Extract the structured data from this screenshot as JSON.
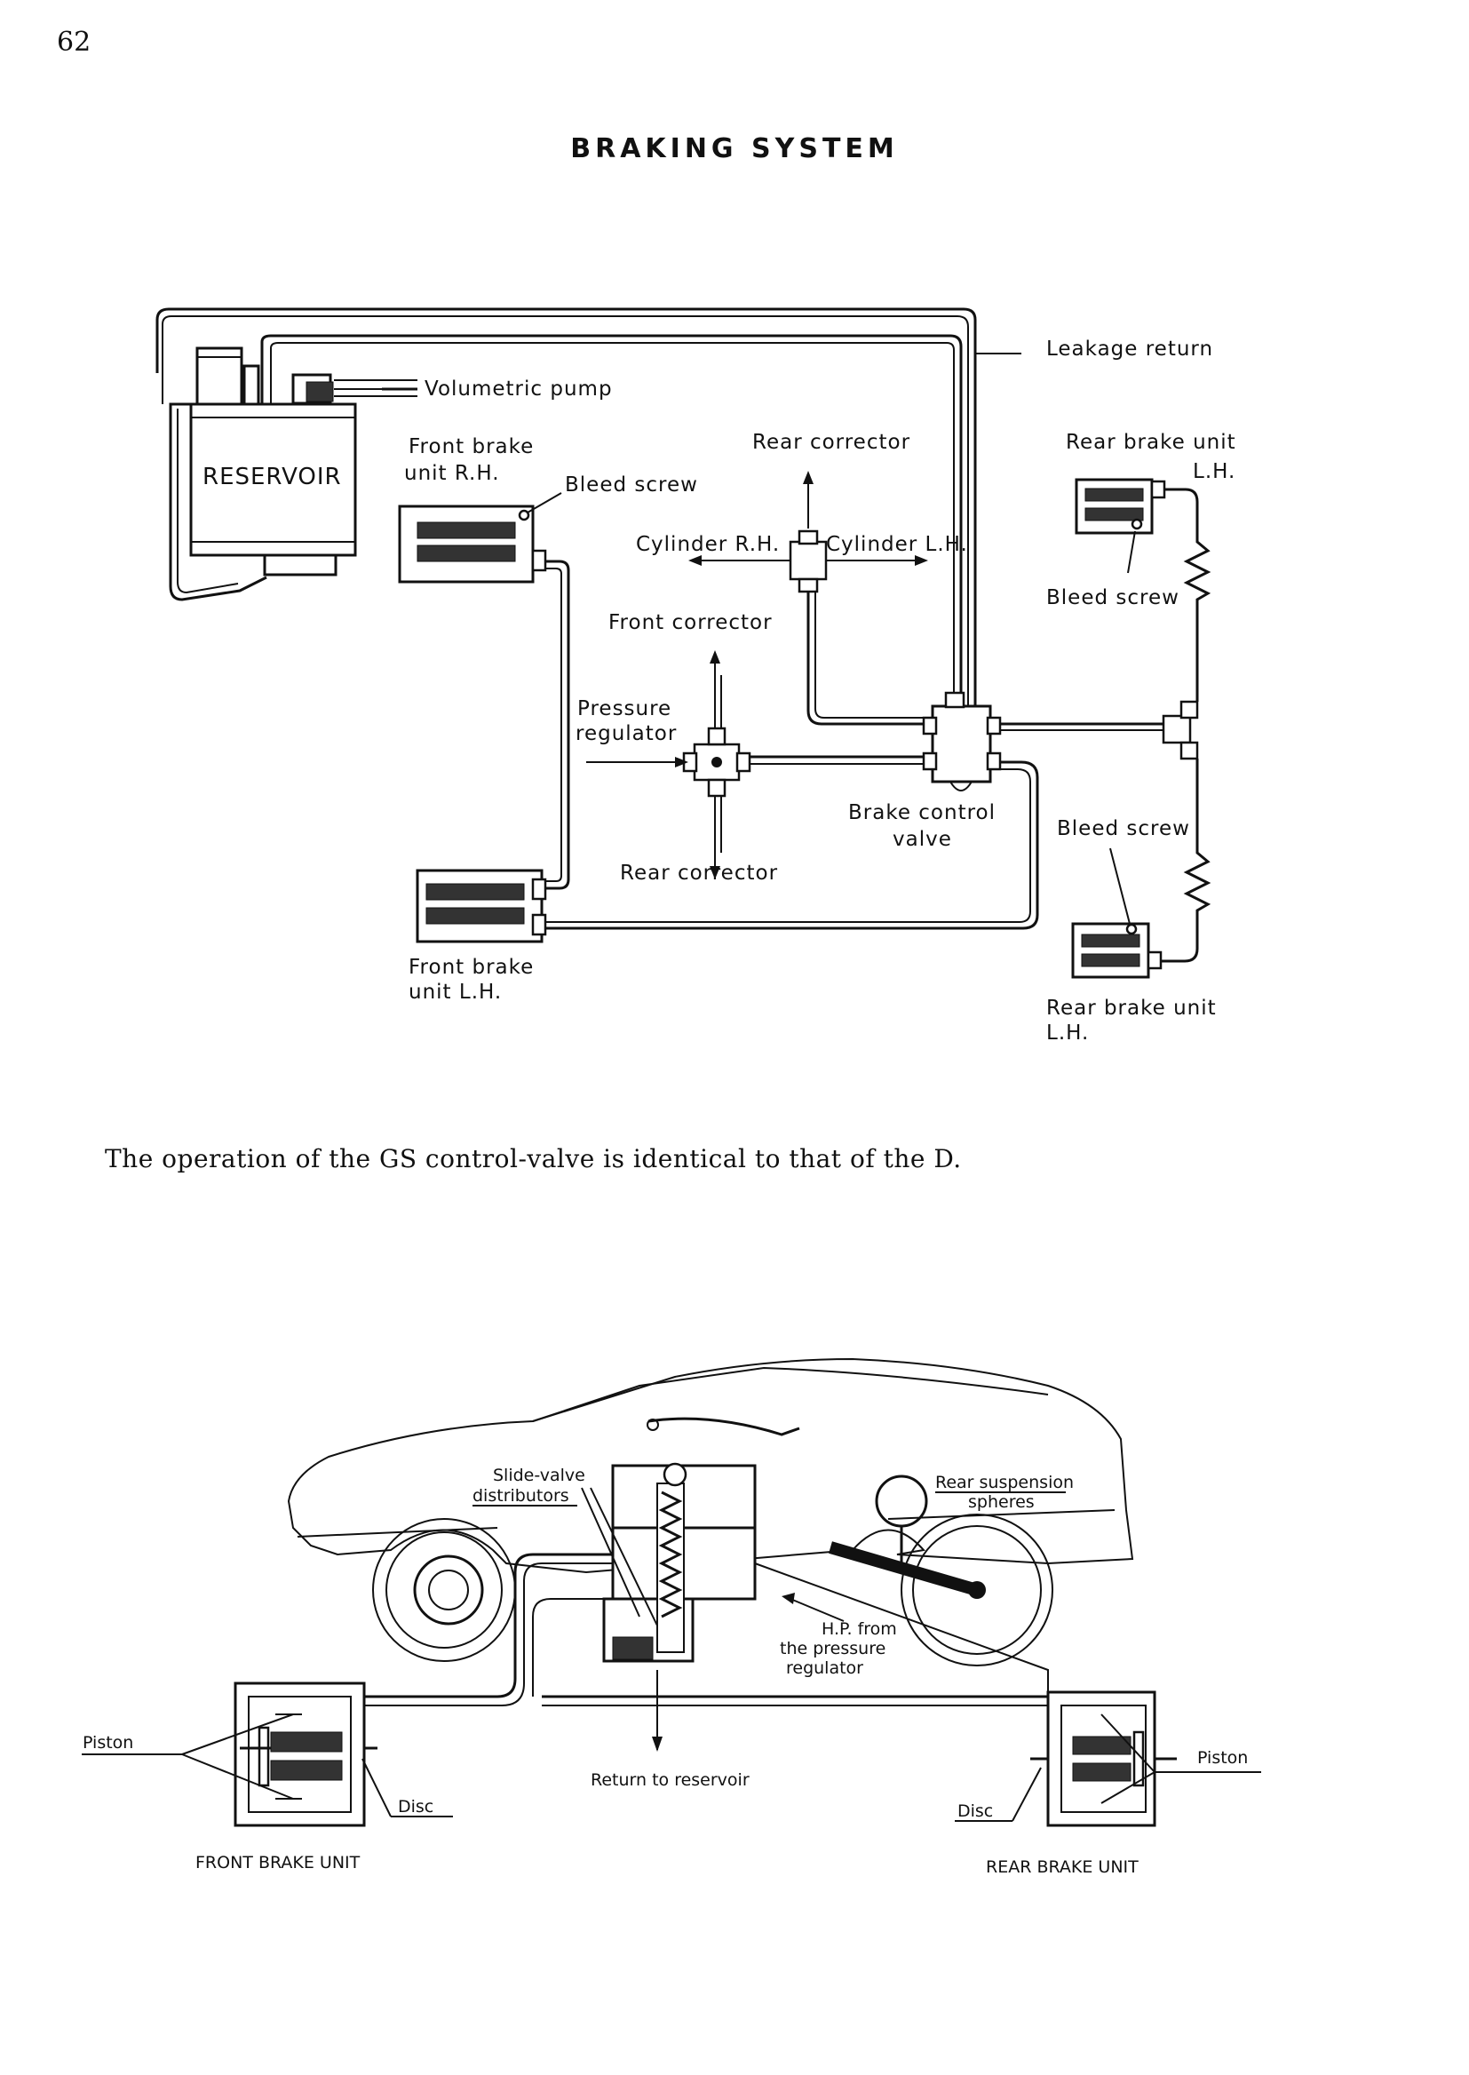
{
  "page": {
    "number": "62",
    "title": "BRAKING SYSTEM"
  },
  "diagram_top": {
    "labels": {
      "leakage_return": "Leakage return",
      "volumetric_pump": "Volumetric pump",
      "reservoir": "RESERVOIR",
      "front_brake_rh_1": "Front brake",
      "front_brake_rh_2": "unit R.H.",
      "bleed_screw_front": "Bleed screw",
      "rear_corrector_top": "Rear corrector",
      "rear_brake_top_1": "Rear brake unit",
      "rear_brake_top_2": "L.H.",
      "cylinder_rh": "Cylinder R.H.",
      "cylinder_lh": "Cylinder L.H.",
      "bleed_screw_rear_top": "Bleed screw",
      "front_corrector": "Front corrector",
      "pressure_regulator_1": "Pressure",
      "pressure_regulator_2": "regulator",
      "brake_control_valve_1": "Brake control",
      "brake_control_valve_2": "valve",
      "bleed_screw_rear_bottom": "Bleed screw",
      "rear_corrector_bottom": "Rear corrector",
      "front_brake_lh_1": "Front brake",
      "front_brake_lh_2": "unit L.H.",
      "rear_brake_bottom_1": "Rear brake unit",
      "rear_brake_bottom_2": "L.H."
    }
  },
  "caption": "The operation of the GS control-valve is identical to that of the D.",
  "diagram_bottom": {
    "labels": {
      "slide_valve_1": "Slide-valve",
      "slide_valve_2": "distributors",
      "rear_suspension_1": "Rear suspension",
      "rear_suspension_2": "spheres",
      "hp_1": "H.P. from",
      "hp_2": "the pressure",
      "hp_3": "regulator",
      "piston_left": "Piston",
      "piston_right": "Piston",
      "disc_left": "Disc",
      "disc_right": "Disc",
      "return_reservoir": "Return to reservoir",
      "front_brake_unit": "FRONT BRAKE UNIT",
      "rear_brake_unit": "REAR BRAKE UNIT"
    }
  }
}
